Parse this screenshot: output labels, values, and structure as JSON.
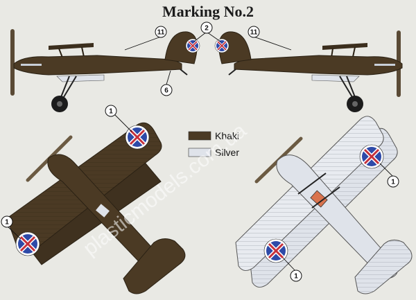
{
  "title": "Marking No.2",
  "legend": [
    {
      "label": "Khaki",
      "color": "#4b3a24"
    },
    {
      "label": "Silver",
      "color": "#dfe3ea"
    }
  ],
  "callouts": {
    "c11_left": "11",
    "c2": "2",
    "c11_right": "11",
    "c6": "6",
    "c1_top_left": "1",
    "c1_bottom_left": "1",
    "c1_top_right": "1",
    "c1_bottom_right": "1"
  },
  "watermark": "plasticmodels.com.ua",
  "colors": {
    "khaki": "#4b3a24",
    "khaki_dark": "#2e2416",
    "silver": "#dfe3ea",
    "roundel_red": "#c5303b",
    "roundel_blue": "#2e4aa8"
  }
}
